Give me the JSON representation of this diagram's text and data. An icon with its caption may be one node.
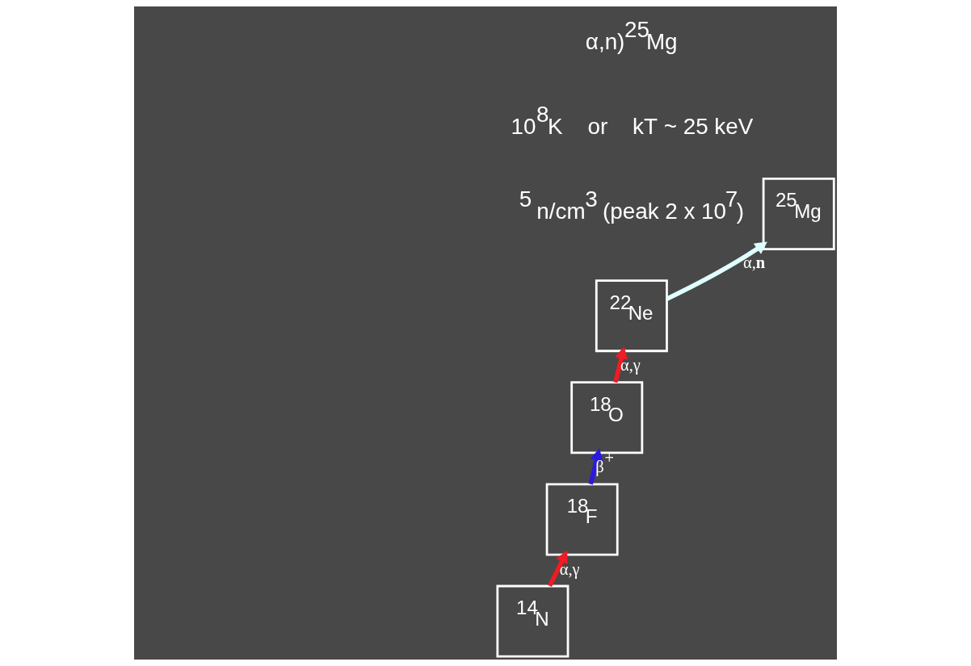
{
  "diagram": {
    "nodes": [
      {
        "text": [
          "$^{14}$N"
        ]
      },
      {
        "text": [
          "$^{18}$F"
        ]
      },
      {
        "text": [
          "$^{18}$O"
        ]
      },
      {
        "text": [
          "$^{22}$Ne"
        ]
      },
      {
        "text": [
          "$^{25}$Mg"
        ]
      }
    ],
    "edges": [
      {
        "from": 0,
        "to": 1,
        "arrow": "to",
        "label": "α,γ"
      },
      {
        "from": 1,
        "to": 2,
        "arrow": "to",
        "label": "β$^{+}$",
        "color": "#2a1ae0"
      },
      {
        "from": 2,
        "to": 3,
        "arrow": "to",
        "label": "α,γ"
      },
      {
        "from": 3,
        "to": 4,
        "arrow": "to",
        "label": "α,**n**",
        "color": "#e0ffff"
      }
    ],
    "labels": [
      "α,n)$^{25}$Mg",
      "10$^{8}$K    or    kT ~ 25 keV",
      "$^{5}$ n/cm$^{3}$ (peak 2 x 10$^{7}$)"
    ]
  }
}
